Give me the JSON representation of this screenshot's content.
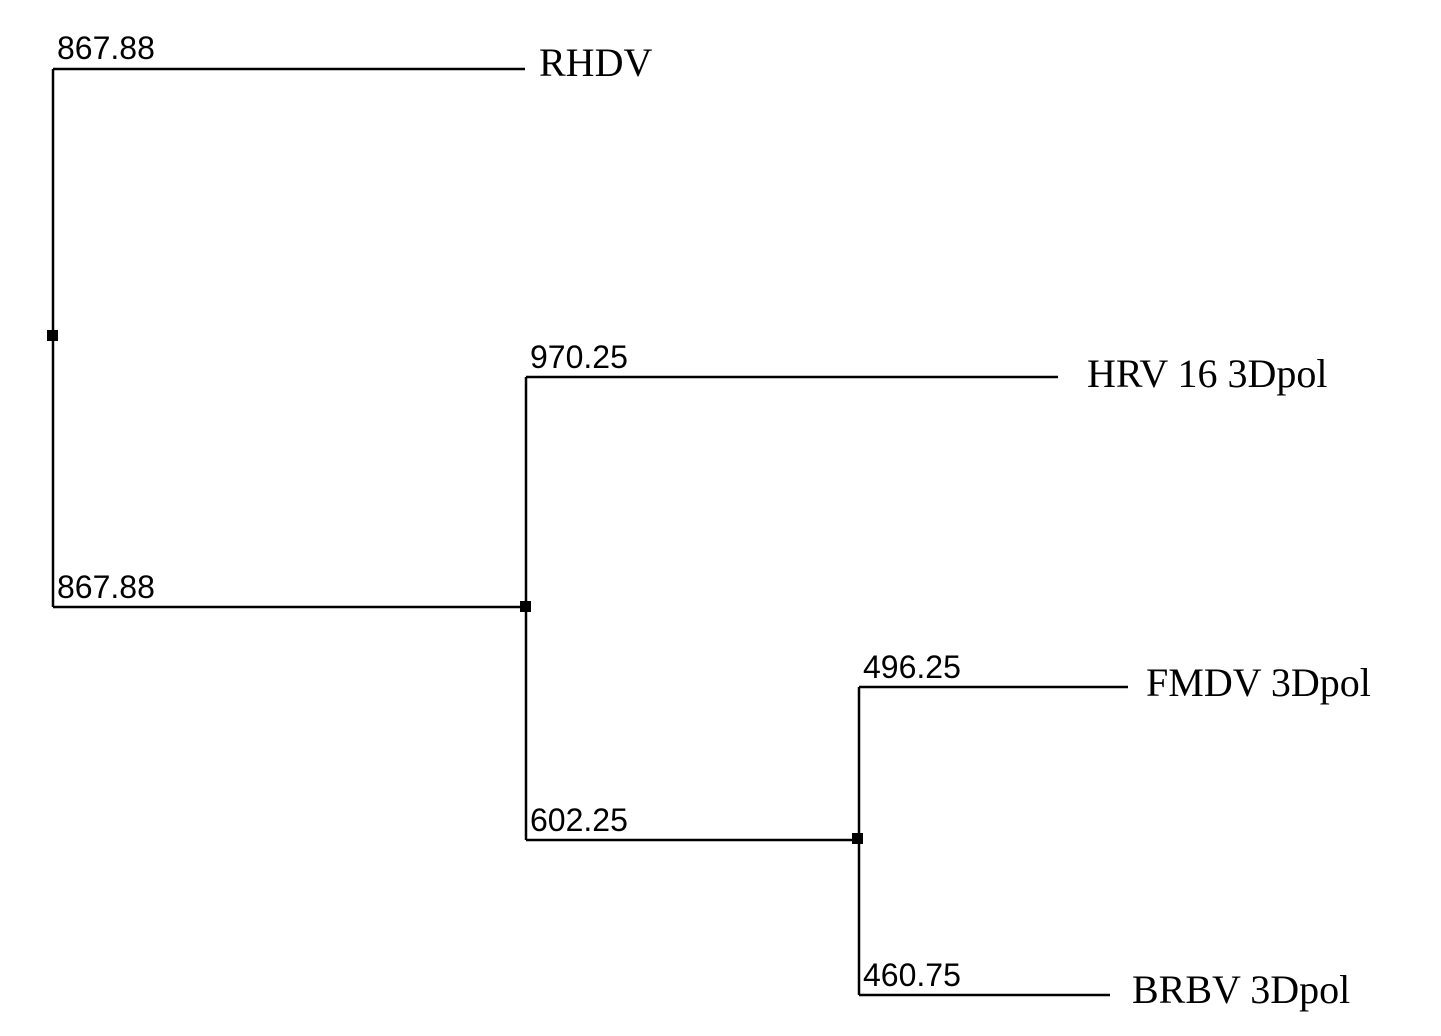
{
  "tree": {
    "leaves": [
      {
        "id": "rhdv",
        "label": "RHDV"
      },
      {
        "id": "hrv",
        "label": "HRV 16 3Dpol"
      },
      {
        "id": "fmdv",
        "label": "FMDV 3Dpol"
      },
      {
        "id": "brbv",
        "label": "BRBV 3Dpol"
      }
    ],
    "branch_lengths": {
      "rhdv": "867.88",
      "inner_a": "867.88",
      "hrv": "970.25",
      "inner_b": "602.25",
      "fmdv": "496.25",
      "brbv": "460.75"
    },
    "topology": "(RHDV,(HRV 16 3Dpol,(FMDV 3Dpol,BRBV 3Dpol)))"
  }
}
